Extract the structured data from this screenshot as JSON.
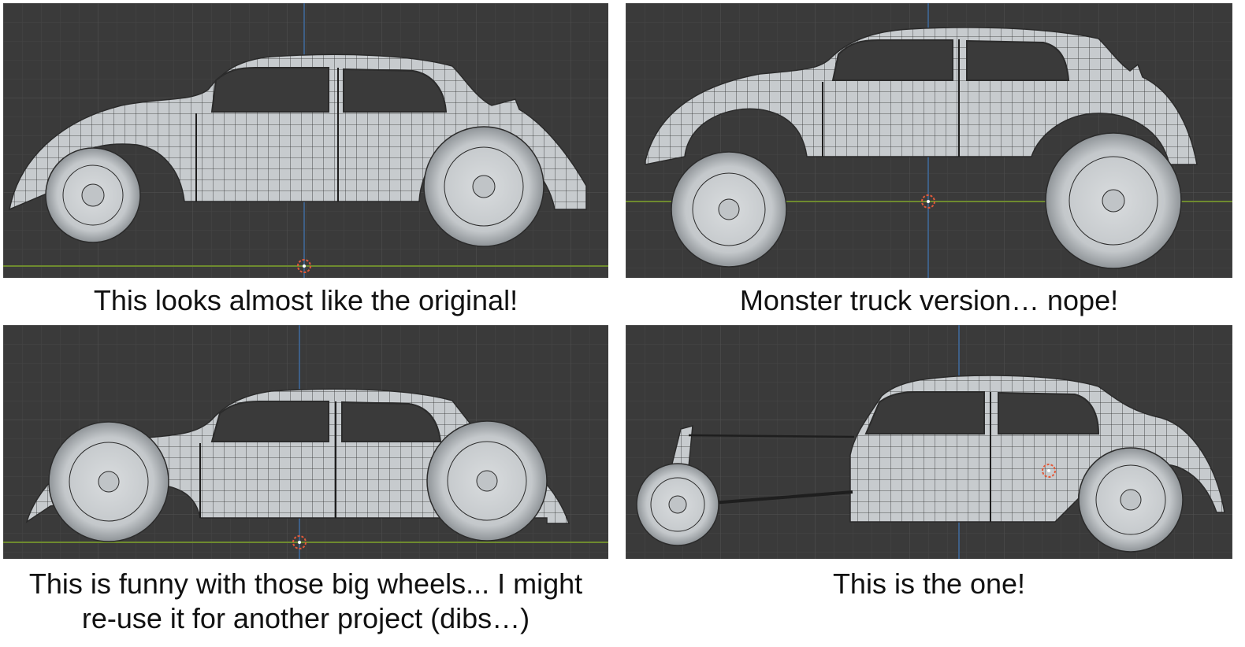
{
  "captions": {
    "panel_1": "This looks almost like the original!",
    "panel_2": "Monster truck version… nope!",
    "panel_3_line1": "This is funny with those big wheels... I might",
    "panel_3_line2": "re-use it for another project (dibs…)",
    "panel_4": "This is the one!"
  },
  "colors": {
    "viewport_bg": "#3a3a3a",
    "grid_line": "#454545",
    "grid_line_major": "#4f4f4f",
    "z_axis": "#3e5f86",
    "ground_axis": "#6e8a2e",
    "mesh_fill": "#c7cbce",
    "mesh_shadow": "#9ea3a7",
    "wireframe": "#2b2b2b",
    "window": "#3a3a3a",
    "cursor": "#e25a3a"
  },
  "icons": {
    "cursor": "3d-cursor-icon"
  }
}
